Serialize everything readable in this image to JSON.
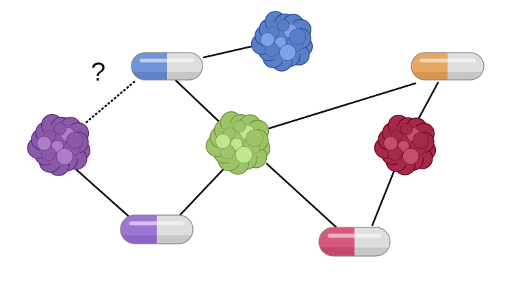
{
  "annotation": {
    "text": "?"
  },
  "proteins": [
    {
      "id": "protein-blue",
      "color": "#5b7fc6"
    },
    {
      "id": "protein-purple",
      "color": "#8a5aa8"
    },
    {
      "id": "protein-green",
      "color": "#9ec46a"
    },
    {
      "id": "protein-red",
      "color": "#a32a4a"
    }
  ],
  "drugs": [
    {
      "id": "drug-blue",
      "color": "#6f95d6"
    },
    {
      "id": "drug-purple",
      "color": "#9f75d4"
    },
    {
      "id": "drug-orange",
      "color": "#e8a664"
    },
    {
      "id": "drug-pink",
      "color": "#d6587c"
    }
  ],
  "edges": [
    {
      "from": "drug-blue",
      "to": "protein-blue",
      "style": "solid"
    },
    {
      "from": "drug-blue",
      "to": "protein-green",
      "style": "solid"
    },
    {
      "from": "drug-blue",
      "to": "protein-purple",
      "style": "dotted"
    },
    {
      "from": "protein-purple",
      "to": "drug-purple",
      "style": "solid"
    },
    {
      "from": "drug-purple",
      "to": "protein-green",
      "style": "solid"
    },
    {
      "from": "protein-green",
      "to": "drug-orange",
      "style": "solid"
    },
    {
      "from": "protein-green",
      "to": "drug-pink",
      "style": "solid"
    },
    {
      "from": "drug-orange",
      "to": "protein-red",
      "style": "solid"
    },
    {
      "from": "protein-red",
      "to": "drug-pink",
      "style": "solid"
    }
  ],
  "capsule_cap_color": "#dedede"
}
